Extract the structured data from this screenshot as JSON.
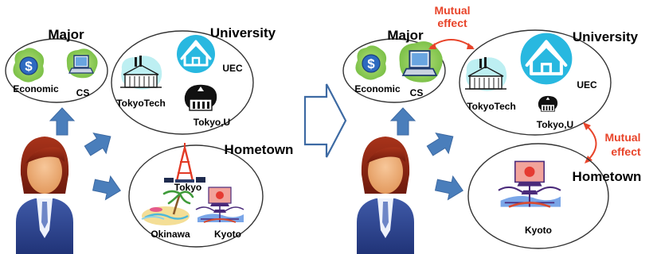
{
  "left_panel": {
    "major": {
      "title": "Major",
      "items": [
        "Economic",
        "CS"
      ]
    },
    "university": {
      "title": "University",
      "items": [
        "TokyoTech",
        "UEC",
        "Tokyo,U"
      ]
    },
    "hometown": {
      "title": "Hometown",
      "items": [
        "Tokyo",
        "Okinawa",
        "Kyoto"
      ]
    }
  },
  "right_panel": {
    "major": {
      "title": "Major",
      "items": [
        "Economic",
        "CS"
      ]
    },
    "university": {
      "title": "University",
      "items": [
        "TokyoTech",
        "UEC",
        "Tokyo,U"
      ]
    },
    "hometown": {
      "title": "Hometown",
      "items": [
        "Kyoto"
      ]
    },
    "mutual_effect_top": [
      "Mutual",
      "effect"
    ],
    "mutual_effect_right": [
      "Mutual",
      "effect"
    ]
  },
  "colors": {
    "arrow_blue": "#4a7ebb",
    "mutual_red": "#e8442a",
    "icon_cyan": "#28b8e0",
    "icon_green": "#7ec24a"
  }
}
